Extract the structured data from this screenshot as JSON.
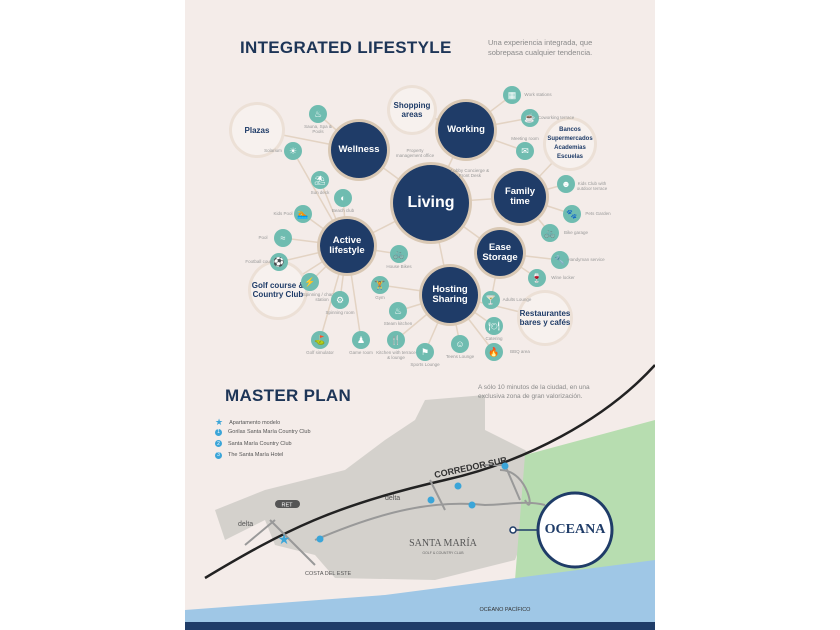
{
  "lifestyle": {
    "title": "INTEGRATED LIFESTYLE",
    "subtitle_1": "Una experiencia integrada, que",
    "subtitle_2": "sobrepasa cualquier tendencia.",
    "hubs": [
      "Wellness",
      "Working",
      "Living",
      "Family time",
      "Active lifestyle",
      "Ease Storage",
      "Hosting Sharing"
    ],
    "areas": [
      "Plazas",
      "Shopping areas",
      "Bancos Supermercados Academias Escuelas",
      "Golf course & Country Club",
      "Restaurantes bares y cafés"
    ],
    "amenities": [
      "Sauna, Spa & Pools",
      "Solarium",
      "Sun deck",
      "Kids Pool",
      "Beach club",
      "Pool",
      "Football court",
      "Spinning / charging station",
      "Spinning room",
      "Gym",
      "House Bikes",
      "Steam kitchen",
      "Golf simulator",
      "Game room",
      "Kitchen with terrace & lounge",
      "Sports Lounge",
      "Teens Lounge",
      "BBQ area",
      "Catering",
      "Adults Lounge",
      "Wine locker",
      "Handyman service",
      "Bike garage",
      "Pets Garden",
      "Kids Club with outdoor terrace",
      "Meeting room",
      "Coworking terrace",
      "Work stations"
    ],
    "notes": [
      "Property management office",
      "Lobby Concierge & Front Desk"
    ]
  },
  "masterplan": {
    "title": "MASTER PLAN",
    "subtitle_1": "A sólo 10 minutos de la ciudad, en una",
    "subtitle_2": "exclusiva zona de gran valorización.",
    "legend": [
      {
        "mark": "★",
        "label": "Apartamento modelo"
      },
      {
        "mark": "1",
        "label": "Gorilas Santa María Country Club"
      },
      {
        "mark": "2",
        "label": "Santa María Country Club"
      },
      {
        "mark": "3",
        "label": "The Santa María Hotel"
      }
    ],
    "road": "CORREDOR SUR",
    "delta": "delta",
    "costa": "COSTA DEL ESTE",
    "santa_maria": "SANTA MARÍA",
    "santa_maria_sub": "GOLF & COUNTRY CLUB",
    "ocean": "OCÉANO PACÍFICO",
    "logo": "OCEANA",
    "ret": "RET"
  },
  "colors": {
    "navy": "#1f3c68",
    "teal": "#6fbcb0",
    "bg": "#f4ece9",
    "marker": "#3ba5d8"
  }
}
